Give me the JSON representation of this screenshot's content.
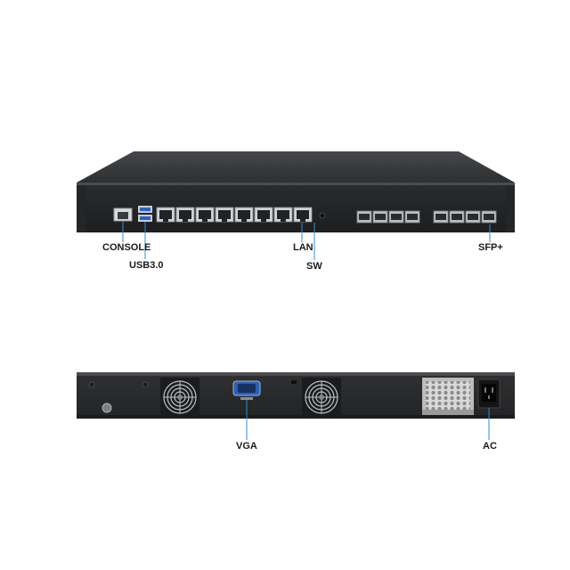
{
  "front_panel": {
    "labels": {
      "console": "CONSOLE",
      "usb": "USB3.0",
      "lan": "LAN",
      "sw": "SW",
      "sfp": "SFP+"
    },
    "lan_port_count": 8,
    "sfp_port_count": 8
  },
  "rear_panel": {
    "labels": {
      "vga": "VGA",
      "ac": "AC"
    },
    "fan_count": 2
  },
  "colors": {
    "chassis": "#2b2c2e",
    "chassis_top": "#3a3b3d",
    "callout_line": "#2f8fd0",
    "port_metal": "#cfd3d6",
    "usb_blue": "#2a62c9"
  }
}
